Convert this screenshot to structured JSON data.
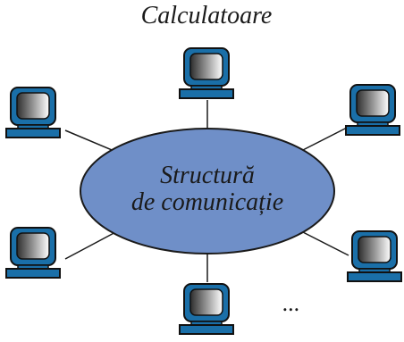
{
  "diagram": {
    "title": "Calculatoare",
    "center": {
      "line1": "Structură",
      "line2": "de comunicație"
    },
    "continuation": "...",
    "node_icon": "computer-monitor-icon",
    "node_count": 6,
    "colors": {
      "ellipse_fill": "#6f8fc8",
      "ellipse_stroke": "#1a1a1a",
      "monitor_frame": "#1a6fa8",
      "monitor_outline": "#111111",
      "screen_dark": "#3a3a3a",
      "screen_light": "#ffffff",
      "link_line": "#1a1a1a"
    }
  }
}
